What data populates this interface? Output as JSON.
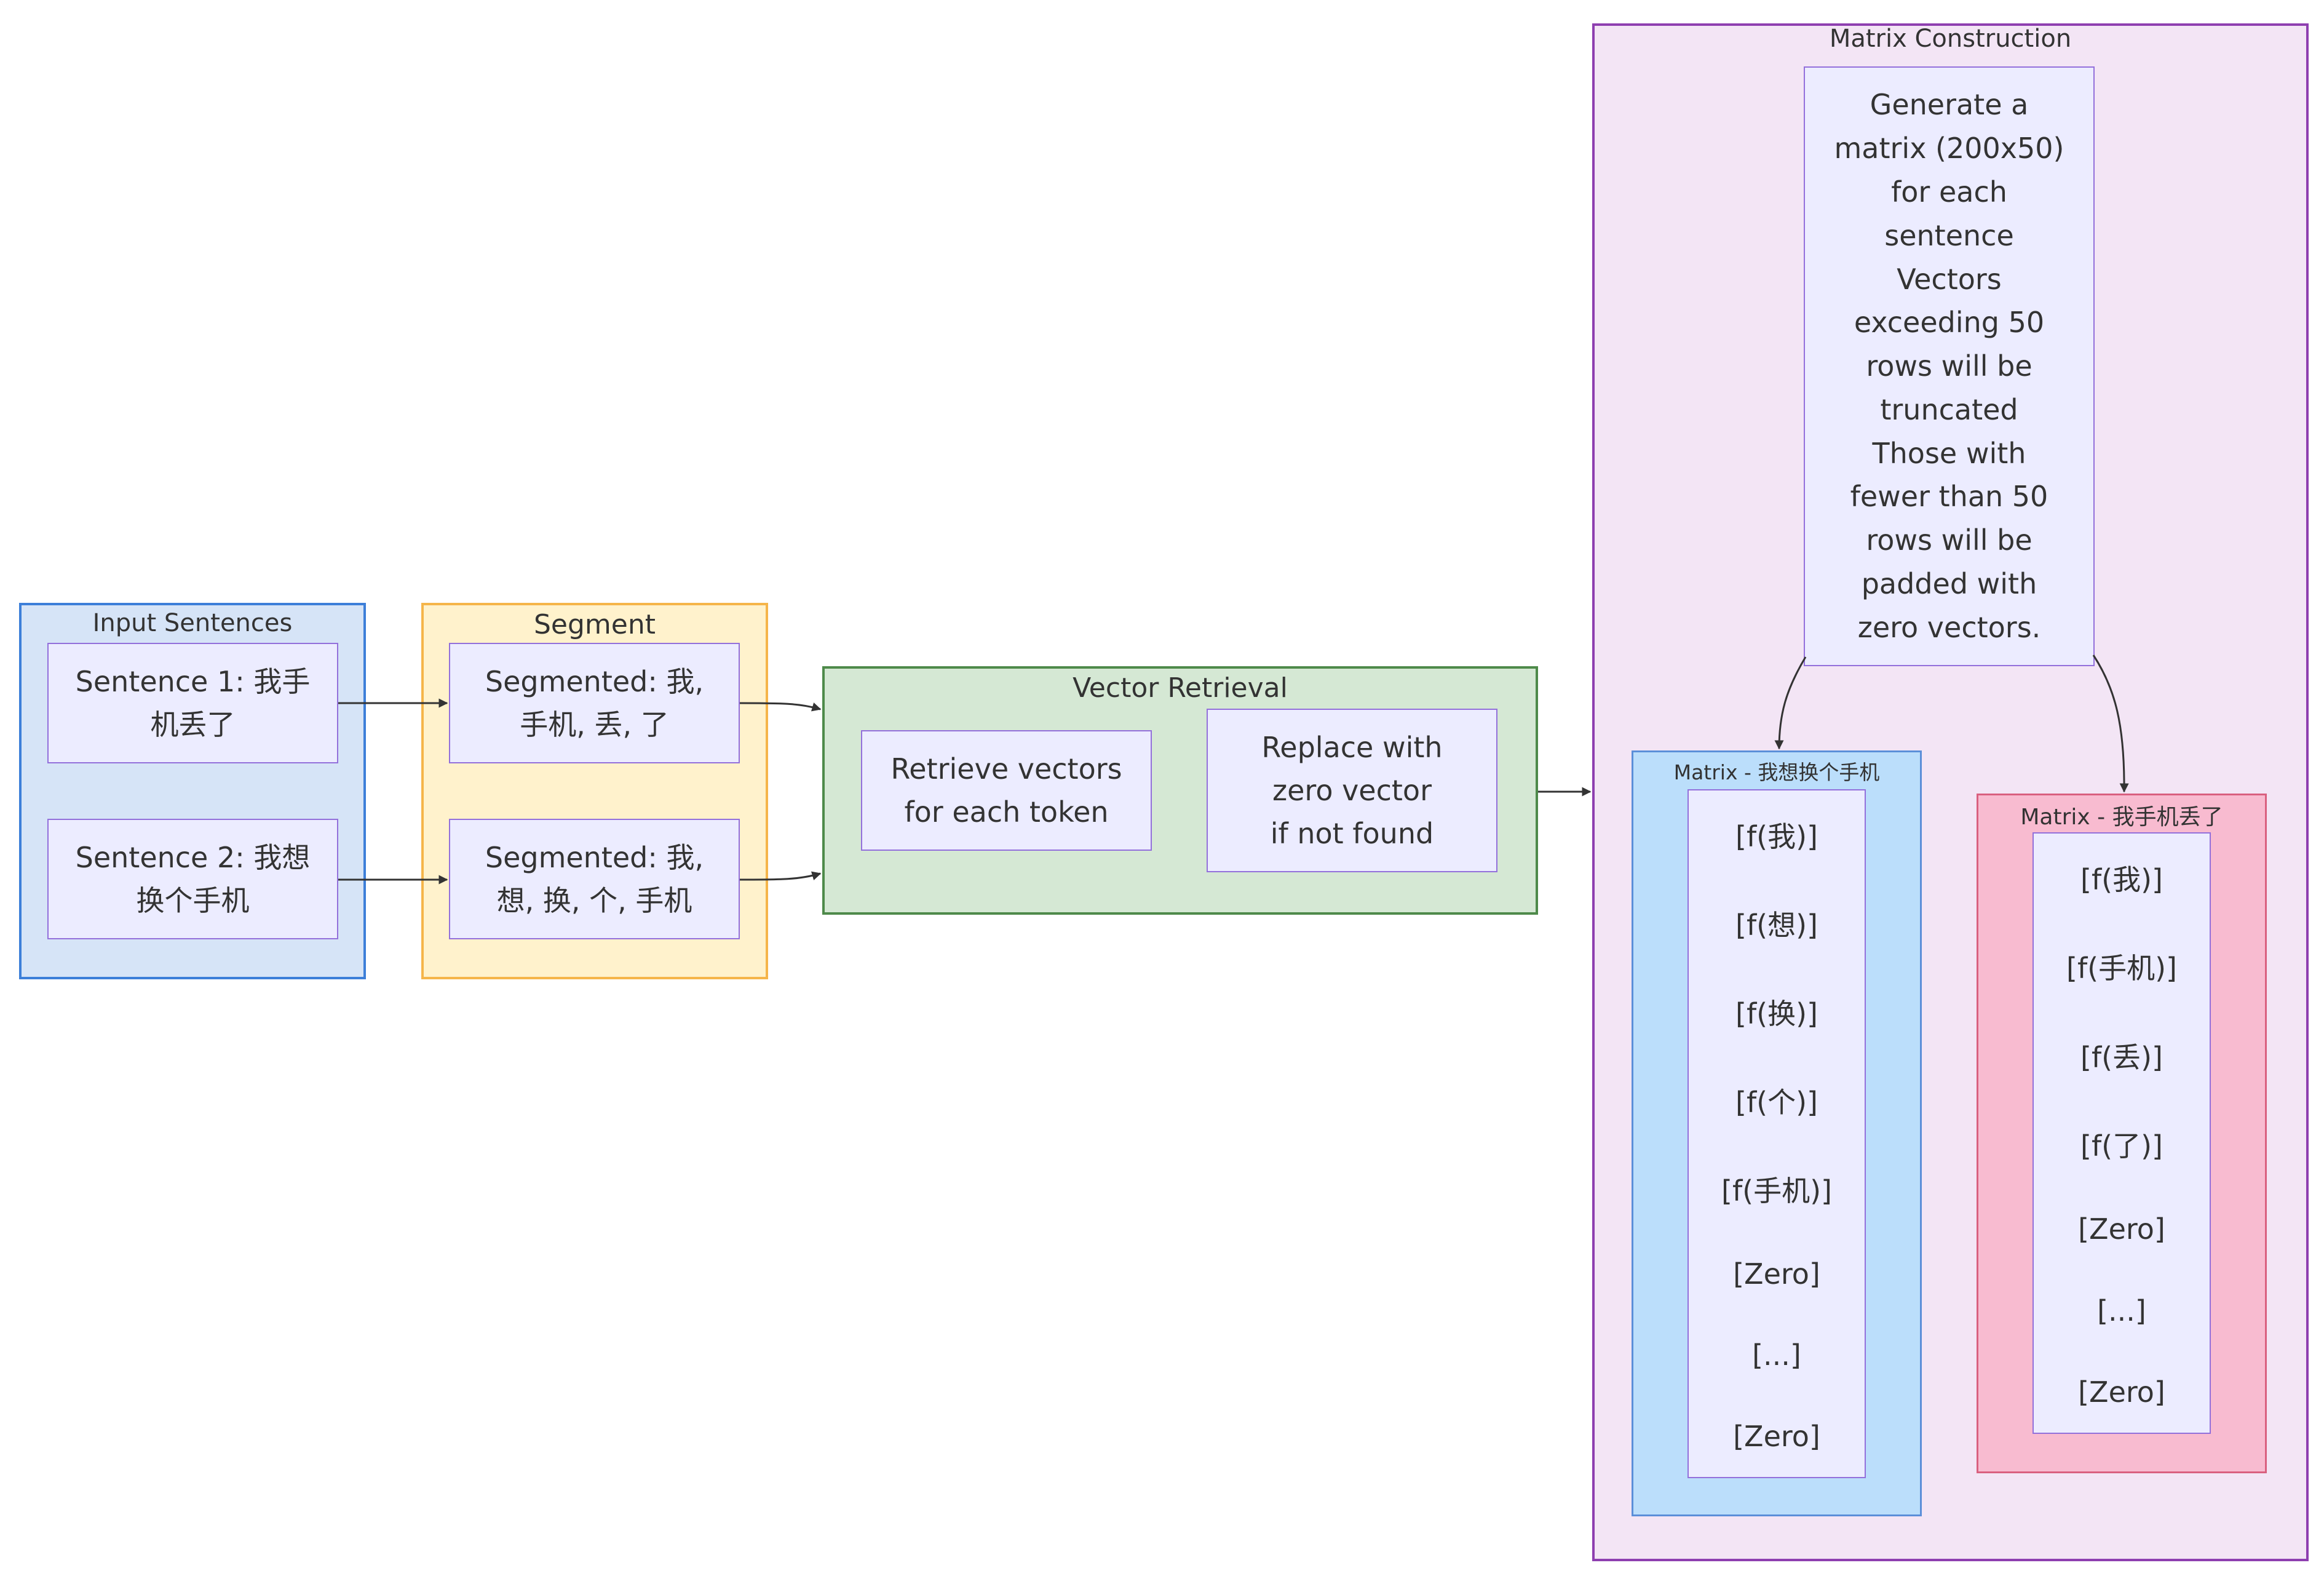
{
  "clusters": {
    "input": {
      "title": "Input Sentences"
    },
    "segment": {
      "title": "Segment"
    },
    "vector": {
      "title": "Vector Retrieval"
    },
    "matrix": {
      "title": "Matrix Construction"
    },
    "matrix_a": {
      "title": "Matrix - 我想换个手机"
    },
    "matrix_b": {
      "title": "Matrix - 我手机丢了"
    }
  },
  "nodes": {
    "sentence1": "Sentence 1: 我手\n机丢了",
    "sentence2": "Sentence 2: 我想\n换个手机",
    "segmented1": "Segmented: 我,\n手机, 丢, 了",
    "segmented2": "Segmented: 我,\n想, 换, 个, 手机",
    "retrieve": "Retrieve vectors\nfor each token",
    "replace": "Replace with\nzero vector\nif not found",
    "generate": "Generate a\nmatrix (200x50)\nfor each\nsentence\nVectors\nexceeding 50\nrows will be\ntruncated\nThose with\nfewer than 50\nrows will be\npadded with\nzero vectors."
  },
  "matrix_a_rows": [
    "[f(我)]",
    "[f(想)]",
    "[f(换)]",
    "[f(个)]",
    "[f(手机)]",
    "[Zero]",
    "[...]",
    "[Zero]"
  ],
  "matrix_b_rows": [
    "[f(我)]",
    "[f(手机)]",
    "[f(丢)]",
    "[f(了)]",
    "[Zero]",
    "[...]",
    "[Zero]"
  ],
  "colors": {
    "input_fill": "#D6E4F7",
    "input_border": "#3D7FD9",
    "segment_fill": "#FFF2CC",
    "segment_border": "#F5B54A",
    "vector_fill": "#D5E8D4",
    "vector_border": "#4E8A4A",
    "matrix_fill": "#F3E5F5",
    "matrix_border": "#8E3FB0",
    "matrix_a_fill": "#BBDEFB",
    "matrix_a_border": "#5B8FD9",
    "matrix_b_fill": "#F8BBD0",
    "matrix_b_border": "#D9607F",
    "node_fill": "#ECECFF",
    "node_border": "#9370DB"
  }
}
